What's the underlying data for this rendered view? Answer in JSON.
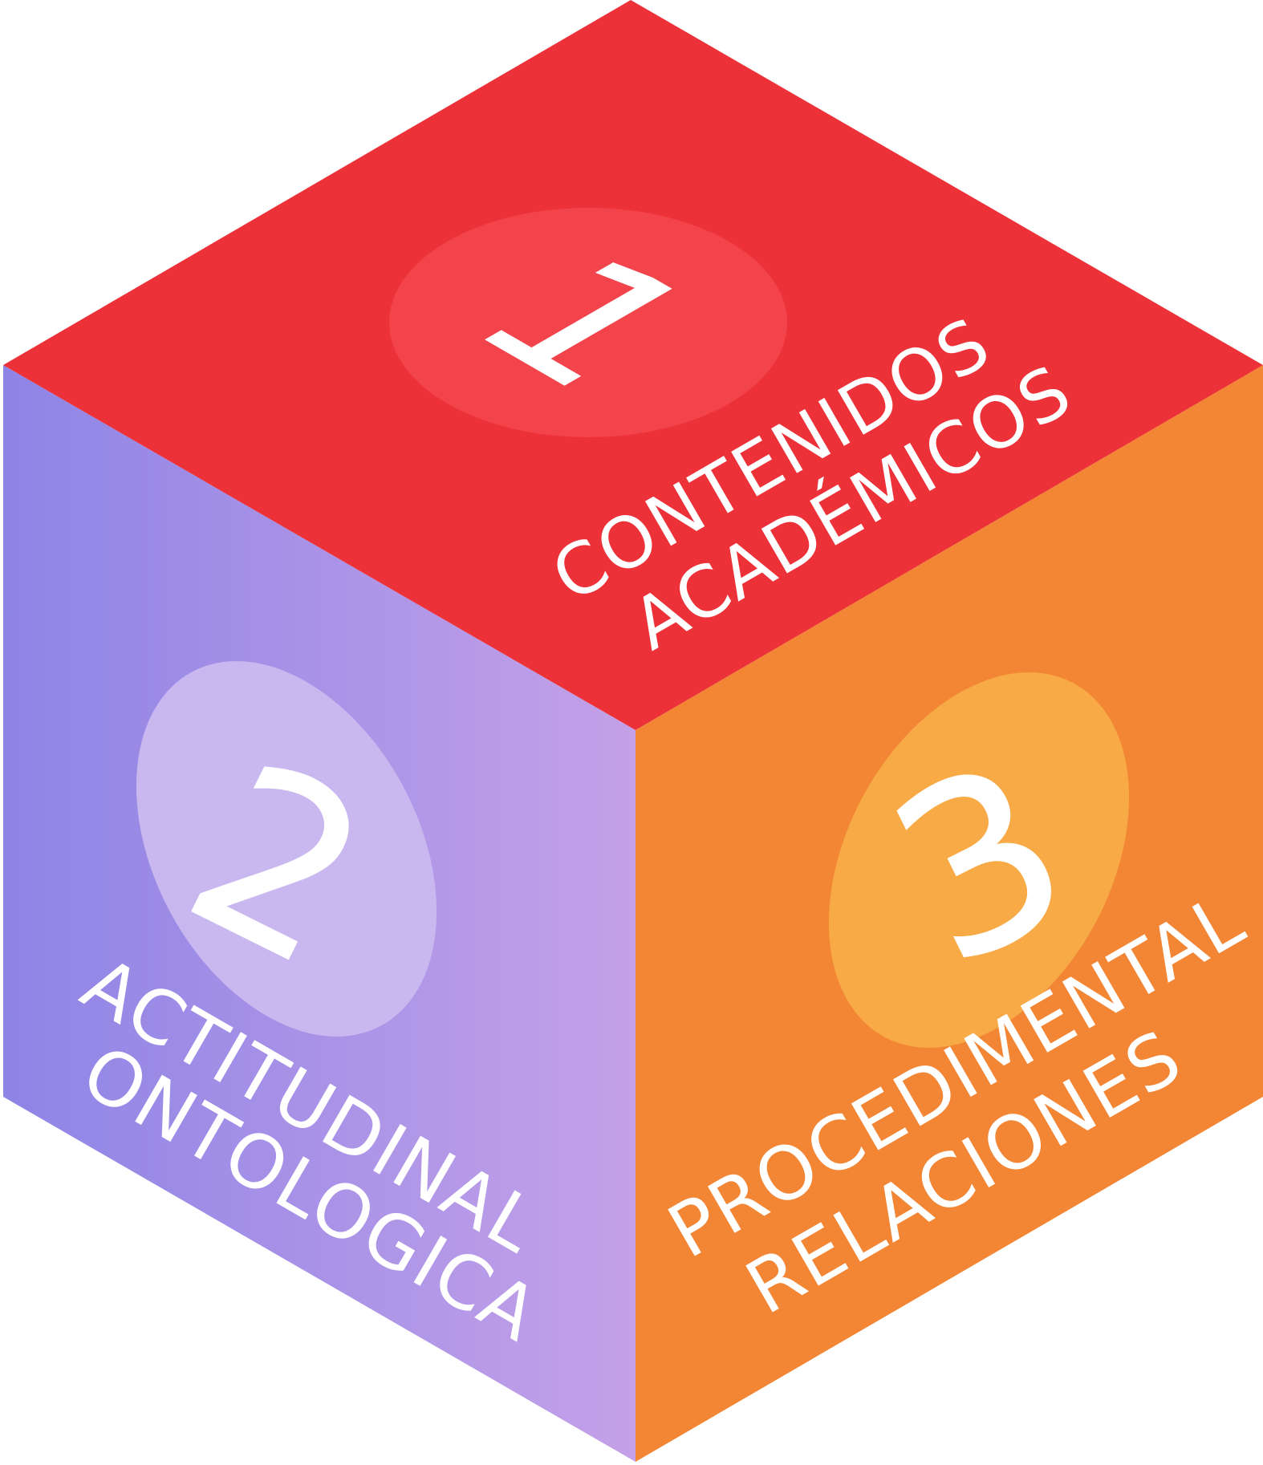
{
  "cube": {
    "top": {
      "number": "1",
      "line1": "CONTENIDOS",
      "line2": "ACADÉMICOS",
      "face_color": "#EC3138",
      "badge_color": "#F3434B"
    },
    "left": {
      "number": "2",
      "line1": "ACTITUDINAL",
      "line2": "ONTOLOGICA",
      "gradient_start": "#8E84E6",
      "gradient_end": "#C4A1E8",
      "badge_color": "#C9B8F0"
    },
    "right": {
      "number": "3",
      "line1": "PROCEDIMENTAL",
      "line2": "RELACIONES",
      "face_color": "#F28634",
      "badge_color": "#F7AA45"
    }
  }
}
